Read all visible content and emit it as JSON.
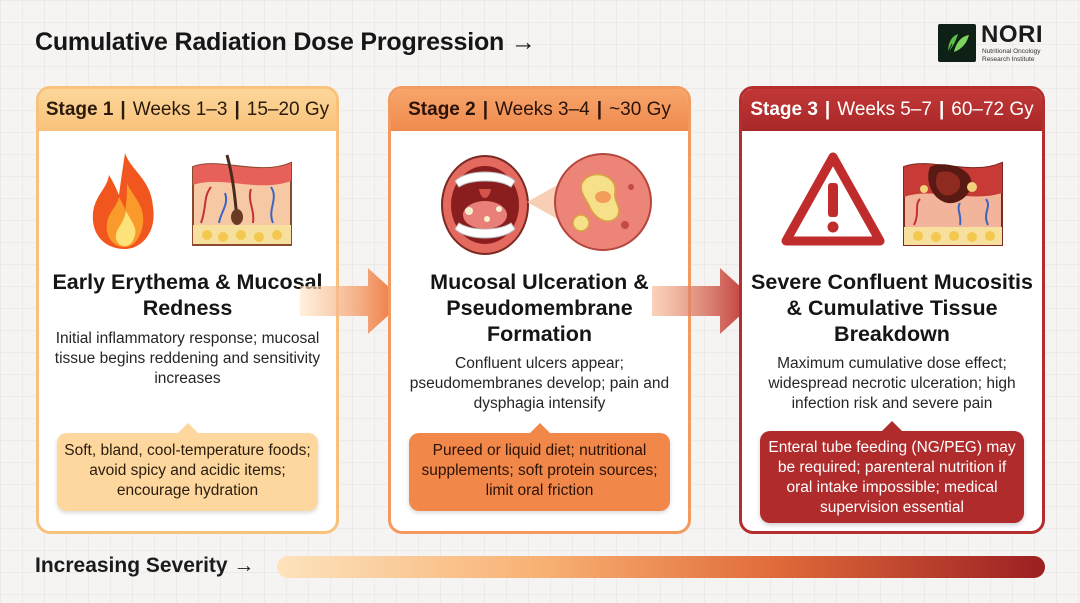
{
  "page": {
    "title": "Cumulative Radiation Dose Progression →"
  },
  "logo": {
    "name": "NORI",
    "tagline": "Nutritional Oncology Research Institute"
  },
  "stages": [
    {
      "label": "Stage 1",
      "weeks": "Weeks 1–3",
      "dose": "15–20 Gy",
      "title": "Early Erythema & Mucosal Redness",
      "description": "Initial inflammatory response; mucosal tissue begins reddening and sensitivity increases",
      "diet": "Soft, bland, cool-temperature foods; avoid spicy and acidic items; encourage hydration",
      "icons": [
        "flame-icon",
        "skin-cross-section-icon"
      ]
    },
    {
      "label": "Stage 2",
      "weeks": "Weeks 3–4",
      "dose": "~30 Gy",
      "title": "Mucosal Ulceration & Pseudomembrane Formation",
      "description": "Confluent ulcers appear; pseudomembranes develop; pain and dysphagia intensify",
      "diet": "Pureed or liquid diet; nutritional supplements; soft protein sources; limit oral friction",
      "icons": [
        "open-mouth-icon",
        "ulcer-magnified-icon"
      ]
    },
    {
      "label": "Stage 3",
      "weeks": "Weeks 5–7",
      "dose": "60–72 Gy",
      "title": "Severe Confluent Mucositis & Cumulative Tissue Breakdown",
      "description": "Maximum cumulative dose effect; widespread necrotic ulceration; high infection risk and severe pain",
      "diet": "Enteral tube feeding (NG/PEG) may be required; parenteral nutrition if oral intake impossible; medical supervision essential",
      "icons": [
        "warning-icon",
        "necrotic-tissue-icon"
      ]
    }
  ],
  "severity": {
    "label": "Increasing Severity →"
  },
  "colors": {
    "stage1": "#f9c27b",
    "stage2": "#ef8a4e",
    "stage3": "#b52e2e"
  }
}
